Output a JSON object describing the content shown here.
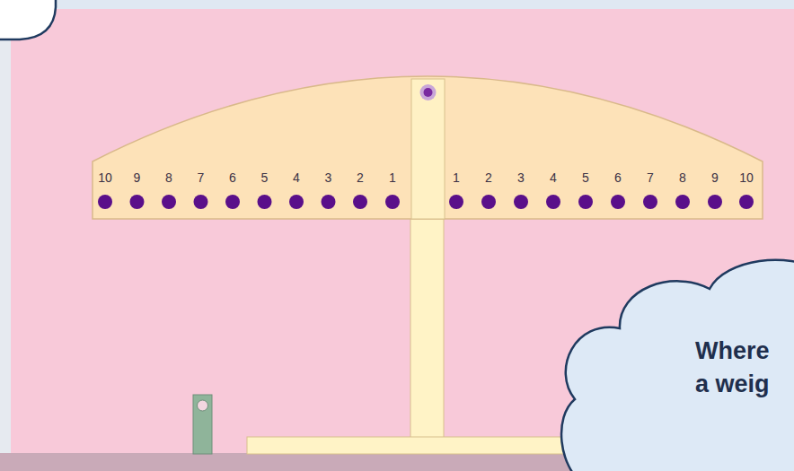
{
  "diagram": {
    "nodes": [
      {
        "text": [
          "Where a weig"
        ]
      }
    ],
    "labels": [
      "10",
      "9",
      "8",
      "7",
      "6",
      "5",
      "4",
      "3",
      "2",
      "1",
      "1",
      "2",
      "3",
      "4",
      "5",
      "6",
      "7",
      "8",
      "9",
      "10"
    ]
  }
}
